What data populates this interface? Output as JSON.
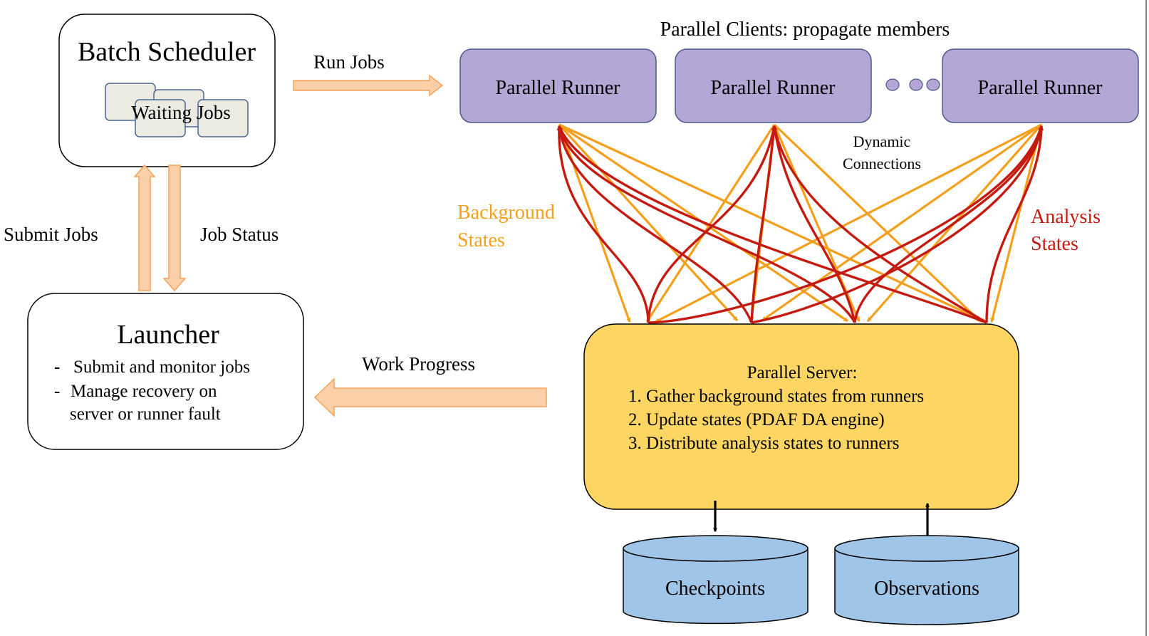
{
  "batch_scheduler": {
    "title": "Batch Scheduler",
    "waiting_jobs_label": "Waiting Jobs"
  },
  "labels": {
    "run_jobs": "Run Jobs",
    "submit_jobs": "Submit Jobs",
    "job_status": "Job Status",
    "work_progress": "Work Progress",
    "parallel_clients": "Parallel Clients: propagate members",
    "dynamic_connections": [
      "Dynamic",
      "Connections"
    ],
    "background_states": [
      "Background",
      "States"
    ],
    "analysis_states": [
      "Analysis",
      "States"
    ]
  },
  "runners": [
    {
      "label": "Parallel Runner"
    },
    {
      "label": "Parallel Runner"
    },
    {
      "label": "Parallel Runner"
    }
  ],
  "launcher": {
    "title": "Launcher",
    "bullets": [
      {
        "marker": "-",
        "lines": [
          "Submit and monitor jobs"
        ]
      },
      {
        "marker": "-",
        "lines": [
          "Manage recovery on",
          "server or runner fault"
        ]
      }
    ]
  },
  "server": {
    "title": "Parallel Server:",
    "steps": [
      "1. Gather background states from runners",
      "2. Update states (PDAF DA engine)",
      "3. Distribute analysis states to runners"
    ]
  },
  "storage": {
    "checkpoints": "Checkpoints",
    "observations": "Observations"
  },
  "colors": {
    "runner_fill": "#b4a7d6",
    "runner_stroke": "#4a5a8a",
    "server_fill": "#fdd563",
    "storage_fill": "#9fc5e8",
    "orange": "#f59f1c",
    "red": "#c41a10",
    "arrow_fill": "#fbd0a8",
    "arrow_stroke": "#f5a25a",
    "job_fill": "#ecebe1",
    "job_stroke": "#4a6790"
  }
}
